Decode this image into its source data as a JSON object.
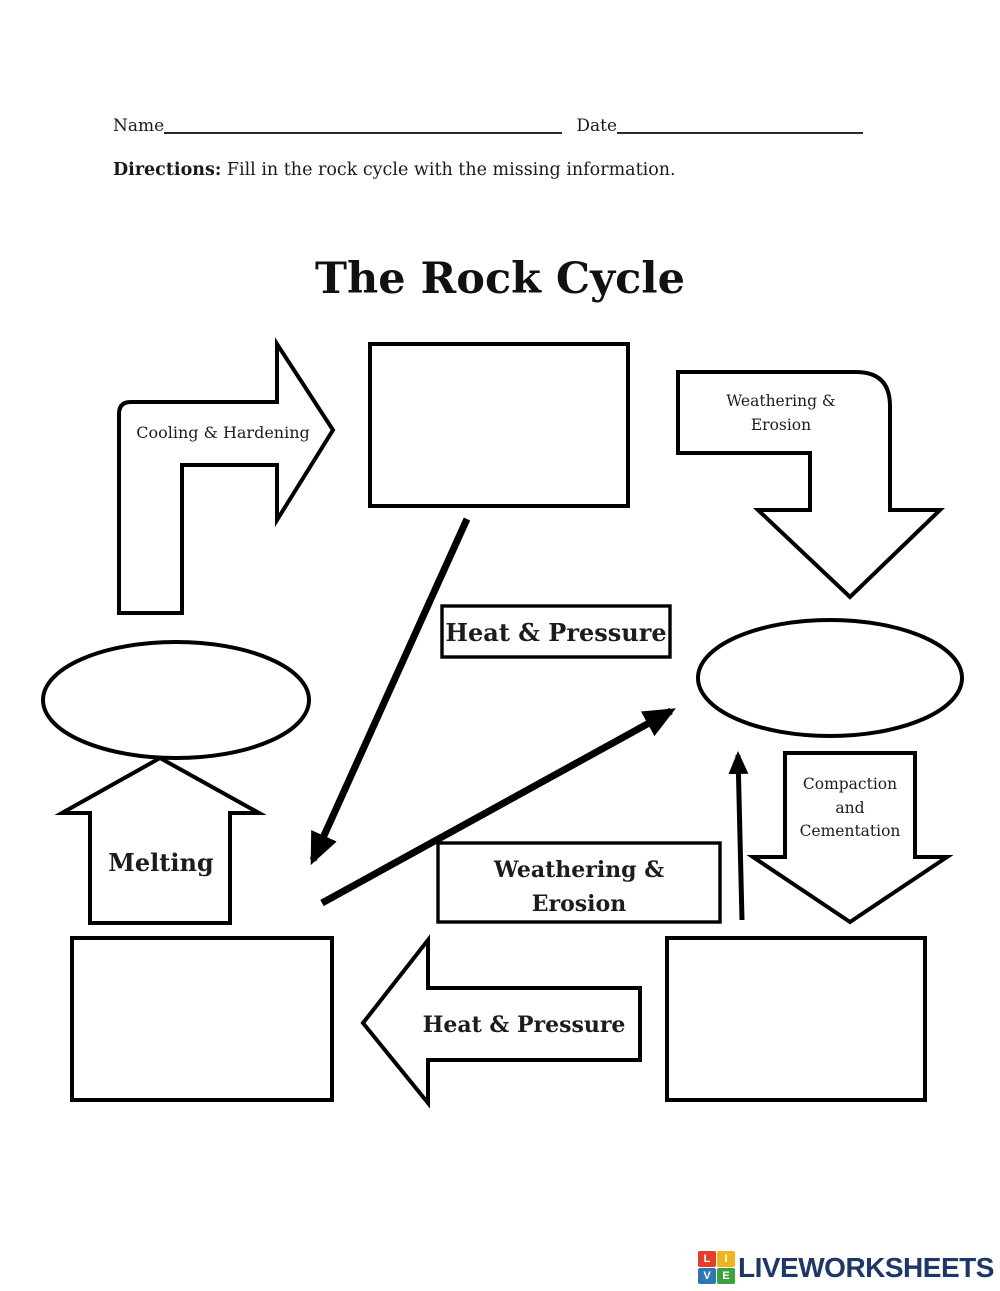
{
  "header": {
    "name_label": "Name",
    "date_label": "Date"
  },
  "directions": {
    "label": "Directions:",
    "text": " Fill in the rock cycle with the missing information."
  },
  "title": "The Rock Cycle",
  "diagram": {
    "labels": {
      "cooling_hardening": "Cooling & Hardening",
      "weathering_erosion_top_line1": "Weathering &",
      "weathering_erosion_top_line2": "Erosion",
      "heat_pressure_mid": "Heat & Pressure",
      "melting": "Melting",
      "compaction_line1": "Compaction",
      "compaction_line2": "and",
      "compaction_line3": "Cementation",
      "weathering_erosion_mid_line1": "Weathering &",
      "weathering_erosion_mid_line2": "Erosion",
      "heat_pressure_bottom": "Heat & Pressure"
    },
    "blanks": {
      "top_box": "",
      "right_ellipse": "",
      "bottom_right_box": "",
      "bottom_left_box": "",
      "left_ellipse": ""
    }
  },
  "footer": {
    "logo_text": "LIVEWORKSHEETS",
    "logo_grid": [
      {
        "letter": "L",
        "color": "#e23e2b"
      },
      {
        "letter": "I",
        "color": "#f0b51e"
      },
      {
        "letter": "V",
        "color": "#2f76b5"
      },
      {
        "letter": "E",
        "color": "#3fa03c"
      }
    ],
    "logo_text_color": "#1d3768"
  },
  "colors": {
    "ink": "#000000",
    "paper": "#ffffff"
  }
}
